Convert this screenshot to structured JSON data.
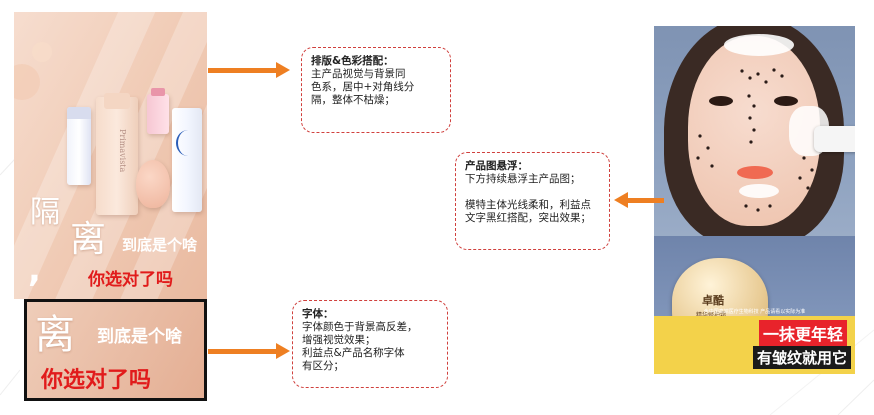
{
  "notes": {
    "layout": {
      "title": "排版&色彩搭配：",
      "lines": [
        "主产品视觉与背景同",
        "色系，居中+对角线分",
        "隔，整体不枯燥；"
      ]
    },
    "floating": {
      "title": "产品图悬浮：",
      "lines": [
        "下方持续悬浮主产品图；",
        "",
        "模特主体光线柔和，利益点",
        "文字黑红搭配，突出效果；"
      ]
    },
    "font": {
      "title": "字体：",
      "lines": [
        "字体颜色于背景高反差，",
        "增强视觉效果；",
        "利益点&产品名称字体",
        "有区分；"
      ]
    }
  },
  "poster": {
    "char1": "隔",
    "char2": "离",
    "subtitle": "到底是个啥",
    "cta": "你选对了吗",
    "bottle_brand": "Primavista"
  },
  "crop": {
    "char": "离",
    "subtitle": "到底是个啥",
    "cta": "你选对了吗"
  },
  "photo": {
    "jar_brand": "卓酷",
    "jar_small": "精华修护霜",
    "banner_top": "一抹更年轻",
    "banner_bottom": "有皱纹就用它",
    "caption": "含中国高端医疗生物科技   产品请看以实际为准"
  },
  "colors": {
    "arrow": "#ee7f22",
    "note_border": "#d0403d",
    "cta_red": "#e11b1b",
    "banner_yellow": "#f3d24a"
  }
}
